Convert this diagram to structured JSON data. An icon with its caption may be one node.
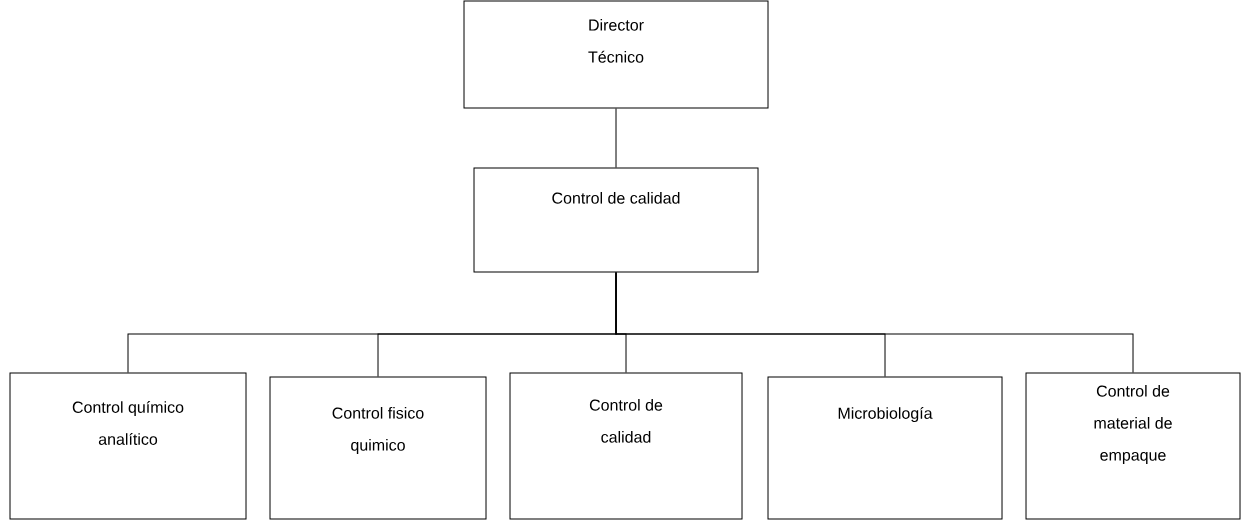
{
  "diagram": {
    "nodes": [
      {
        "text": [
          "Director Técnico"
        ]
      },
      {
        "text": [
          "Control de calidad"
        ]
      },
      {
        "text": [
          "Control químico analítico"
        ]
      },
      {
        "text": [
          "Control fisico quimico"
        ]
      },
      {
        "text": [
          "Control de calidad"
        ]
      },
      {
        "text": [
          "Microbiología"
        ]
      },
      {
        "text": [
          "Control de material de empaque"
        ]
      }
    ],
    "edges": [
      {
        "from": 0,
        "to": 1,
        "arrow": "none"
      },
      {
        "from": 1,
        "to": 2,
        "arrow": "none"
      },
      {
        "from": 1,
        "to": 3,
        "arrow": "none"
      },
      {
        "from": 1,
        "to": 4,
        "arrow": "none"
      },
      {
        "from": 1,
        "to": 5,
        "arrow": "none"
      },
      {
        "from": 1,
        "to": 6,
        "arrow": "none"
      }
    ]
  }
}
